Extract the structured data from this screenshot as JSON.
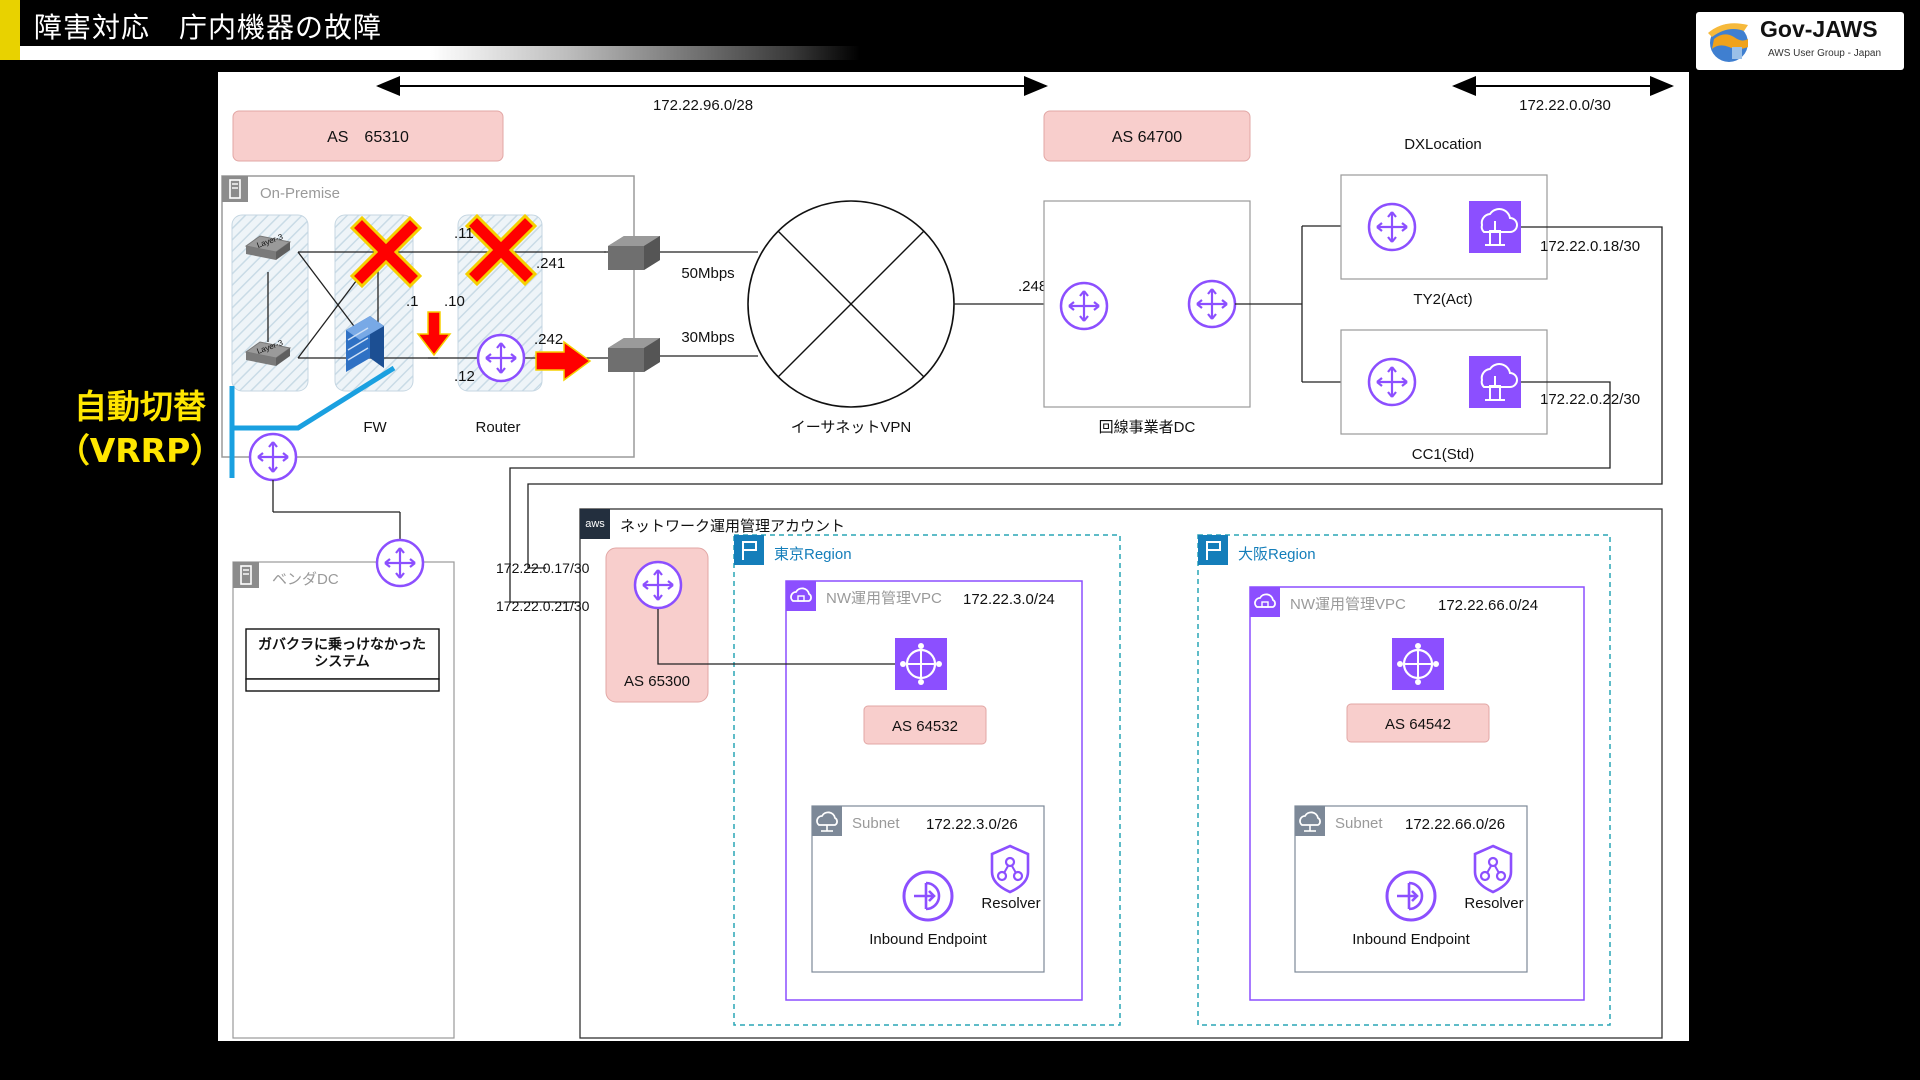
{
  "header": {
    "title": "障害対応　庁内機器の故障"
  },
  "logo": {
    "name": "Gov-JAWS",
    "subtitle": "AWS User Group - Japan"
  },
  "callout": {
    "line1": "自動切替",
    "line2": "（VRRP）"
  },
  "diagram": {
    "subnets": {
      "vpn_link": "172.22.96.0/28",
      "dx_link": "172.22.0.0/30"
    },
    "as": {
      "onprem": "AS　65310",
      "carrier": "AS 64700",
      "aws_edge": "AS 65300",
      "tokyo": "AS 64532",
      "osaka": "AS 64542"
    },
    "onprem": {
      "title": "On-Premise",
      "fw": "FW",
      "router": "Router",
      "device_label": "Layer-3",
      "ip_11": ".11",
      "ip_241": ".241",
      "ip_1": ".1",
      "ip_10": ".10",
      "ip_12": ".12",
      "ip_242": ".242"
    },
    "vpn": {
      "bw1": "50Mbps",
      "bw2": "30Mbps",
      "label": "イーサネットVPN"
    },
    "carrier": {
      "label": "回線事業者DC",
      "ip_248": ".248"
    },
    "dx": {
      "title": "DXLocation",
      "ty2": "TY2(Act)",
      "cc1": "CC1(Std)",
      "ty2_ip": "172.22.0.18/30",
      "cc1_ip": "172.22.0.22/30"
    },
    "vendor": {
      "title": "ベンダDC",
      "system": "ガバクラに乗っけなかった\nシステム"
    },
    "aws": {
      "logo": "aws",
      "account": "ネットワーク運用管理アカウント",
      "ip_17": "172.22.0.17/30",
      "ip_21": "172.22.0.21/30"
    },
    "tokyo": {
      "region": "東京Region",
      "vpc": "NW運用管理VPC",
      "vpc_cidr": "172.22.3.0/24",
      "subnet": "Subnet",
      "subnet_cidr": "172.22.3.0/26",
      "resolver": "Resolver",
      "endpoint": "Inbound Endpoint"
    },
    "osaka": {
      "region": "大阪Region",
      "vpc": "NW運用管理VPC",
      "vpc_cidr": "172.22.66.0/24",
      "subnet": "Subnet",
      "subnet_cidr": "172.22.66.0/26",
      "resolver": "Resolver",
      "endpoint": "Inbound Endpoint"
    }
  },
  "colors": {
    "as_fill": "#f8cecc",
    "purple": "#8c4fff",
    "teal": "#147eba",
    "fail_red": "#ff0000",
    "vrrp_blue": "#1aa0e0",
    "callout_yellow": "#ffe600"
  }
}
